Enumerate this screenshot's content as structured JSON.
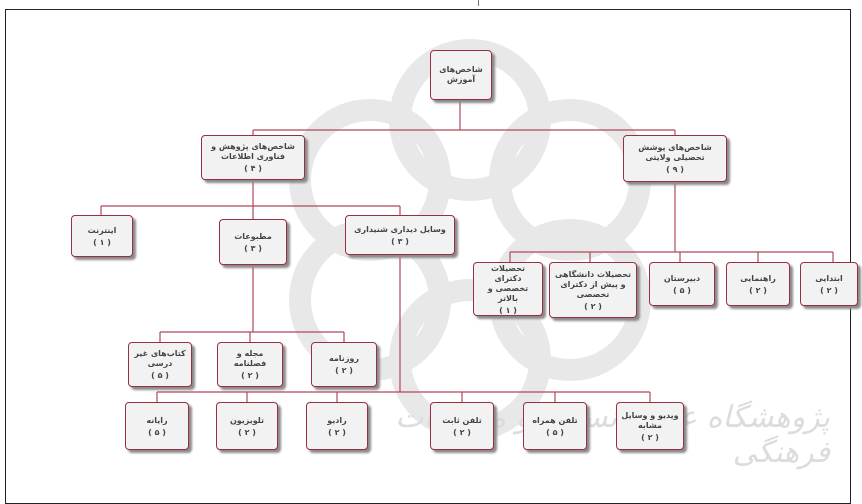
{
  "diagram": {
    "root": {
      "label": "شاخص‌های آموزش",
      "count": ""
    },
    "left_branch": {
      "label": "شاخص‌های پژوهش و فناوری اطلاعات",
      "count": "( ۴ )"
    },
    "right_branch": {
      "label": "شاخص‌های پوشش تحصیلی ولایتی",
      "count": "( ۹ )"
    },
    "level2_left": [
      {
        "label": "وسایل دیداری شنیداری",
        "count": "( ۳ )"
      },
      {
        "label": "مطبوعات",
        "count": "( ۳ )"
      },
      {
        "label": "اینترنت",
        "count": "( ۱ )"
      }
    ],
    "level2_right": [
      {
        "label": "ابتدایی",
        "count": "( ۲ )"
      },
      {
        "label": "راهنمایی",
        "count": "( ۲ )"
      },
      {
        "label": "دبیرستان",
        "count": "( ۵ )"
      },
      {
        "label": "تحصیلات دانشگاهی و پیش از دکترای تخصصی",
        "count": "( ۲ )"
      },
      {
        "label": "تحصیلات دکترای تخصصی و بالاتر",
        "count": "( ۱ )"
      }
    ],
    "press_children": [
      {
        "label": "روزنامه",
        "count": "( ۲ )"
      },
      {
        "label": "مجله و فصلنامه",
        "count": "( ۲ )"
      },
      {
        "label": "کتاب‌های غیر درسی",
        "count": "( ۵ )"
      }
    ],
    "av_children": [
      {
        "label": "ویدیو و وسایل مشابه",
        "count": "( ۲ )"
      },
      {
        "label": "تلفن همراه",
        "count": "( ۵ )"
      },
      {
        "label": "تلفن ثابت",
        "count": "( ۲ )"
      },
      {
        "label": "رادیو",
        "count": "( ۲ )"
      },
      {
        "label": "تلویزیون",
        "count": "( ۲ )"
      },
      {
        "label": "رایانه",
        "count": "( ۵ )"
      }
    ],
    "watermark_text": "پژوهشگاه علوم انسانی و مطالعات فرهنگی"
  }
}
